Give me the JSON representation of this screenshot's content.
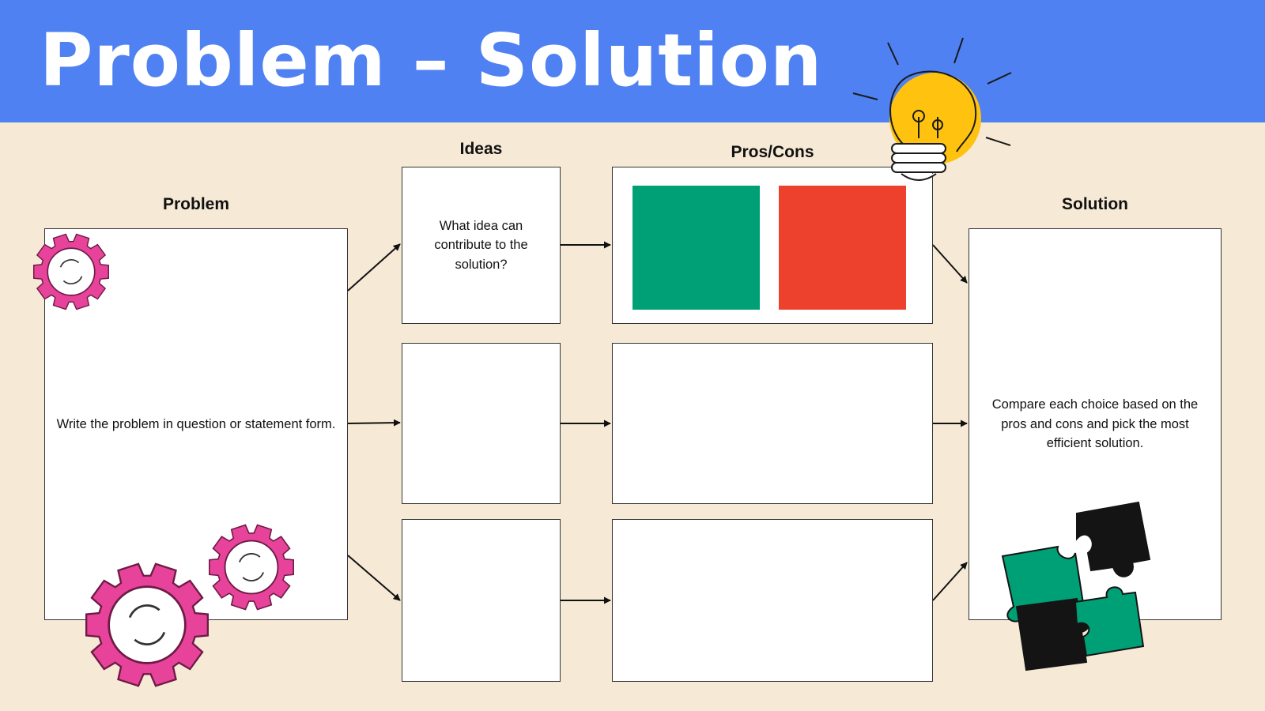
{
  "header": {
    "title": "Problem – Solution",
    "background_color": "#4f81f2"
  },
  "diagram": {
    "headings": {
      "problem": "Problem",
      "ideas": "Ideas",
      "pros_cons": "Pros/Cons",
      "solution": "Solution"
    },
    "problem_box": {
      "text": "Write the problem in question or statement form."
    },
    "idea_boxes": [
      {
        "text": "What idea can contribute to the solution?"
      },
      {
        "text": ""
      },
      {
        "text": ""
      }
    ],
    "pros_cons_boxes": [
      {
        "pros_color": "#00a077",
        "cons_color": "#ee412d"
      },
      {},
      {}
    ],
    "solution_box": {
      "text": "Compare each choice based on the pros and cons and pick the most efficient solution."
    }
  },
  "decorations": {
    "gear_color": "#e8439b",
    "bulb_color": "#ffc20e",
    "puzzle_colors": [
      "#00a077",
      "#141414"
    ],
    "icons": [
      "gear-icon",
      "lightbulb-icon",
      "puzzle-icon"
    ]
  }
}
